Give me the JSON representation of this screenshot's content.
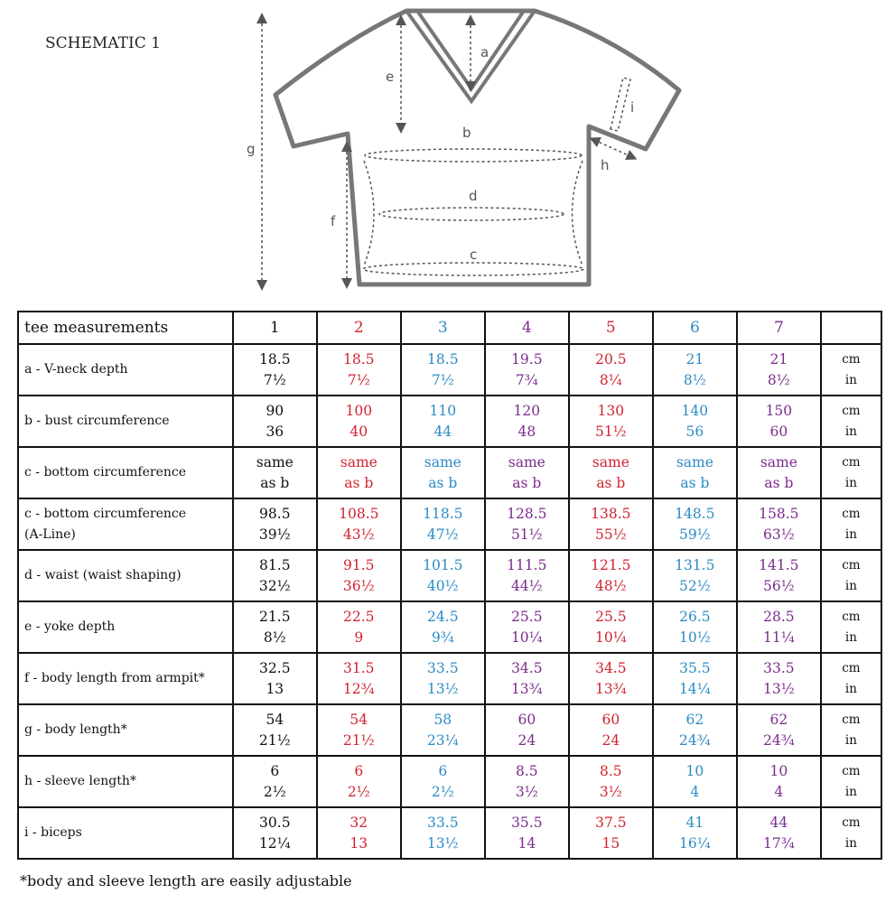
{
  "title": "SCHEMATIC 1",
  "labels": {
    "a": "a",
    "b": "b",
    "c": "c",
    "d": "d",
    "e": "e",
    "f": "f",
    "g": "g",
    "h": "h",
    "i": "i"
  },
  "colors": {
    "size1": "#111111",
    "size2": "#d0232f",
    "size3": "#2b8bc4",
    "size4": "#7b2b8c",
    "size5": "#d0232f",
    "size6": "#2b8bc4",
    "size7": "#7b2b8c"
  },
  "table": {
    "header": [
      "tee measurements",
      "1",
      "2",
      "3",
      "4",
      "5",
      "6",
      "7",
      ""
    ],
    "units": [
      "cm",
      "in"
    ],
    "rows": [
      {
        "label": "a - V-neck depth",
        "cm": [
          "18.5",
          "18.5",
          "18.5",
          "19.5",
          "20.5",
          "21",
          "21"
        ],
        "in": [
          "7½",
          "7½",
          "7½",
          "7¾",
          "8¼",
          "8½",
          "8½"
        ]
      },
      {
        "label": "b - bust circumference",
        "cm": [
          "90",
          "100",
          "110",
          "120",
          "130",
          "140",
          "150"
        ],
        "in": [
          "36",
          "40",
          "44",
          "48",
          "51½",
          "56",
          "60"
        ]
      },
      {
        "label": "c - bottom circumference",
        "cm": [
          "same",
          "same",
          "same",
          "same",
          "same",
          "same",
          "same"
        ],
        "in": [
          "as b",
          "as b",
          "as b",
          "as b",
          "as b",
          "as b",
          "as b"
        ]
      },
      {
        "label": "c - bottom circumference",
        "label2": "(A-Line)",
        "cm": [
          "98.5",
          "108.5",
          "118.5",
          "128.5",
          "138.5",
          "148.5",
          "158.5"
        ],
        "in": [
          "39½",
          "43½",
          "47½",
          "51½",
          "55½",
          "59½",
          "63½"
        ]
      },
      {
        "label": "d - waist (waist shaping)",
        "cm": [
          "81.5",
          "91.5",
          "101.5",
          "111.5",
          "121.5",
          "131.5",
          "141.5"
        ],
        "in": [
          "32½",
          "36½",
          "40½",
          "44½",
          "48½",
          "52½",
          "56½"
        ]
      },
      {
        "label": "e - yoke depth",
        "cm": [
          "21.5",
          "22.5",
          "24.5",
          "25.5",
          "25.5",
          "26.5",
          "28.5"
        ],
        "in": [
          "8½",
          "9",
          "9¾",
          "10¼",
          "10¼",
          "10½",
          "11¼"
        ]
      },
      {
        "label": "f - body length from armpit*",
        "cm": [
          "32.5",
          "31.5",
          "33.5",
          "34.5",
          "34.5",
          "35.5",
          "33.5"
        ],
        "in": [
          "13",
          "12¾",
          "13½",
          "13¾",
          "13¾",
          "14¼",
          "13½"
        ]
      },
      {
        "label": "g - body length*",
        "cm": [
          "54",
          "54",
          "58",
          "60",
          "60",
          "62",
          "62"
        ],
        "in": [
          "21½",
          "21½",
          "23¼",
          "24",
          "24",
          "24¾",
          "24¾"
        ]
      },
      {
        "label": "h - sleeve length*",
        "cm": [
          "6",
          "6",
          "6",
          "8.5",
          "8.5",
          "10",
          "10"
        ],
        "in": [
          "2½",
          "2½",
          "2½",
          "3½",
          "3½",
          "4",
          "4"
        ]
      },
      {
        "label": "i - biceps",
        "cm": [
          "30.5",
          "32",
          "33.5",
          "35.5",
          "37.5",
          "41",
          "44"
        ],
        "in": [
          "12¼",
          "13",
          "13½",
          "14",
          "15",
          "16¼",
          "17¾"
        ]
      }
    ]
  },
  "footnote": "*body and sleeve length are easily adjustable"
}
